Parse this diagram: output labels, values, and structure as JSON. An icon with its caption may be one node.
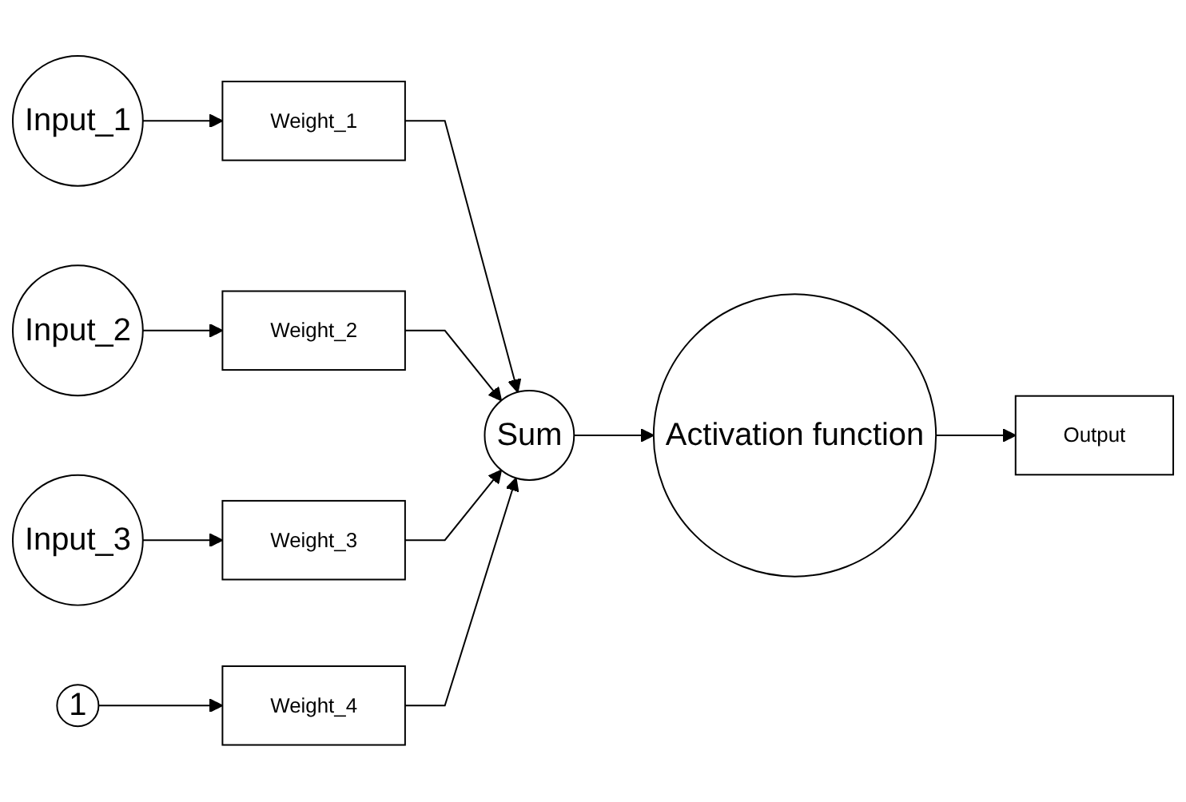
{
  "diagram": {
    "nodes": [
      {
        "text": [
          "Input_1"
        ]
      },
      {
        "text": [
          "Weight_1"
        ]
      },
      {
        "text": [
          "Input_2"
        ]
      },
      {
        "text": [
          "Weight_2"
        ]
      },
      {
        "text": [
          "Input_3"
        ]
      },
      {
        "text": [
          "Weight_3"
        ]
      },
      {
        "text": [
          "1"
        ]
      },
      {
        "text": [
          "Weight_4"
        ]
      },
      {
        "text": [
          "Sum"
        ]
      },
      {
        "text": [
          "Activation function"
        ]
      },
      {
        "text": [
          "Output"
        ]
      }
    ],
    "edges": [
      {
        "from": 0,
        "to": 1,
        "arrow": "to"
      },
      {
        "from": 2,
        "to": 3,
        "arrow": "to"
      },
      {
        "from": 4,
        "to": 5,
        "arrow": "to"
      },
      {
        "from": 6,
        "to": 7,
        "arrow": "to"
      },
      {
        "from": 1,
        "to": 8,
        "arrow": "to"
      },
      {
        "from": 3,
        "to": 8,
        "arrow": "to"
      },
      {
        "from": 5,
        "to": 8,
        "arrow": "to"
      },
      {
        "from": 7,
        "to": 8,
        "arrow": "to"
      },
      {
        "from": 8,
        "to": 9,
        "arrow": "to"
      },
      {
        "from": 9,
        "to": 10,
        "arrow": "to"
      }
    ]
  }
}
